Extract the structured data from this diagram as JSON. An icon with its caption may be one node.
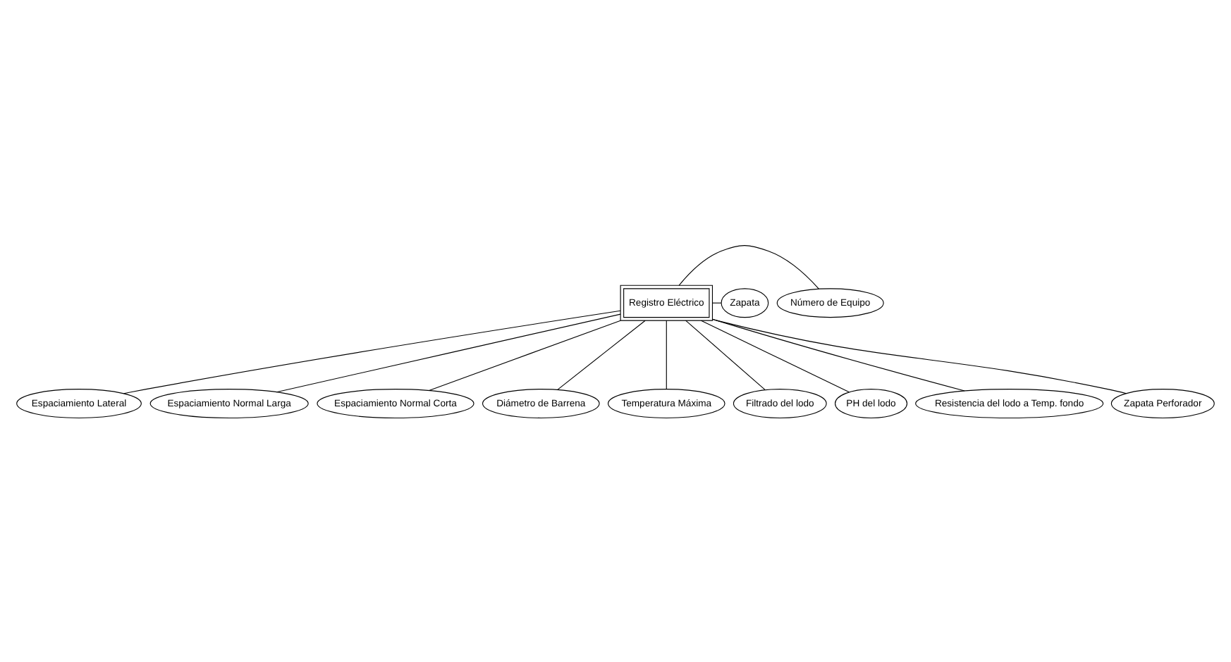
{
  "diagram": {
    "nodes": [
      {
        "text": [
          "Registro Eléctrico"
        ]
      },
      {
        "text": [
          "Número de Equipo"
        ]
      },
      {
        "text": [
          "Zapata"
        ]
      },
      {
        "text": [
          "Espaciamiento Lateral"
        ]
      },
      {
        "text": [
          "Zapata Perforador"
        ]
      },
      {
        "text": [
          "Espaciamiento Normal Larga"
        ]
      },
      {
        "text": [
          "Resistencia del lodo a Temp. fondo"
        ]
      },
      {
        "text": [
          "Espaciamiento Normal Corta"
        ]
      },
      {
        "text": [
          "Diámetro de Barrena"
        ]
      },
      {
        "text": [
          "Temperatura Máxima"
        ]
      },
      {
        "text": [
          "Filtrado del lodo"
        ]
      },
      {
        "text": [
          "PH del lodo"
        ]
      }
    ],
    "edges": [
      {
        "from": 0,
        "to": 1,
        "arrow": "none"
      },
      {
        "from": 0,
        "to": 3,
        "arrow": "none"
      },
      {
        "from": 0,
        "to": 5,
        "arrow": "none"
      },
      {
        "from": 0,
        "to": 7,
        "arrow": "none"
      },
      {
        "from": 0,
        "to": 8,
        "arrow": "none"
      },
      {
        "from": 0,
        "to": 9,
        "arrow": "none"
      },
      {
        "from": 0,
        "to": 10,
        "arrow": "none"
      },
      {
        "from": 0,
        "to": 11,
        "arrow": "none"
      },
      {
        "from": 0,
        "to": 6,
        "arrow": "none"
      },
      {
        "from": 0,
        "to": 4,
        "arrow": "none"
      },
      {
        "from": 0,
        "to": 2,
        "arrow": "none"
      }
    ]
  }
}
